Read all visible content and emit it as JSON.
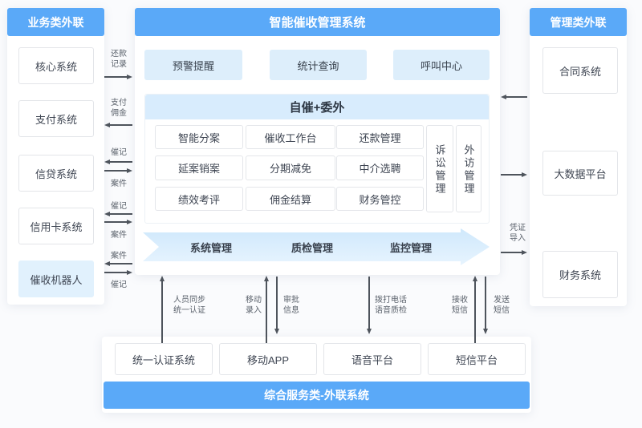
{
  "colors": {
    "accent_blue": "#5aa9f8",
    "module_light_blue": "#ddeefb",
    "group_header_blue": "#d8ecfd",
    "arrow_band_blue": "#cfe8fc",
    "highlight_node_blue": "#e1f1fd"
  },
  "left_panel": {
    "title": "业务类外联",
    "items": [
      "核心系统",
      "支付系统",
      "信贷系统",
      "信用卡系统",
      "催收机器人"
    ]
  },
  "center": {
    "title": "智能催收管理系统",
    "top_modules": [
      "预警提醒",
      "统计查询",
      "呼叫中心"
    ],
    "group_title": "自催+委外",
    "modules": [
      "智能分案",
      "催收工作台",
      "还款管理",
      "延案销案",
      "分期减免",
      "中介选聘",
      "绩效考评",
      "佣金结算",
      "财务管控"
    ],
    "vertical_modules": [
      "诉讼管理",
      "外访管理"
    ],
    "band": [
      "系统管理",
      "质检管理",
      "监控管理"
    ]
  },
  "right_panel": {
    "title": "管理类外联",
    "items": [
      "合同系统",
      "大数据平台",
      "财务系统"
    ]
  },
  "bottom": {
    "items": [
      "统一认证系统",
      "移动APP",
      "语音平台",
      "短信平台"
    ],
    "footer": "综合服务类-外联系统"
  },
  "flows": {
    "left": [
      "还款\n记录",
      "支付\n佣金",
      "催记",
      "案件",
      "催记",
      "案件",
      "案件",
      "催记"
    ],
    "right": [
      "凭证\n导入"
    ],
    "bottom": [
      "人员同步\n统一认证",
      "移动\n录入",
      "审批\n信息",
      "拨打电话\n语音质检",
      "接收\n短信",
      "发送\n短信"
    ]
  }
}
